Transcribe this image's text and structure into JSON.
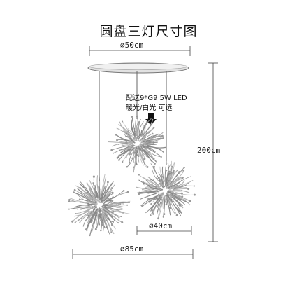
{
  "title": "圆盘三灯尺寸图",
  "dims": {
    "canopy_width": "⌀50cm",
    "total_height": "200cm",
    "shade_width": "⌀40cm",
    "overall_width": "⌀85cm"
  },
  "note": {
    "line1": "配送9*G9 5W LED",
    "line2": "暖光/白光 可选"
  },
  "colors": {
    "canopy": "#d9d9d9",
    "dim_line": "#444444",
    "lamp": "#b0b0b0"
  }
}
